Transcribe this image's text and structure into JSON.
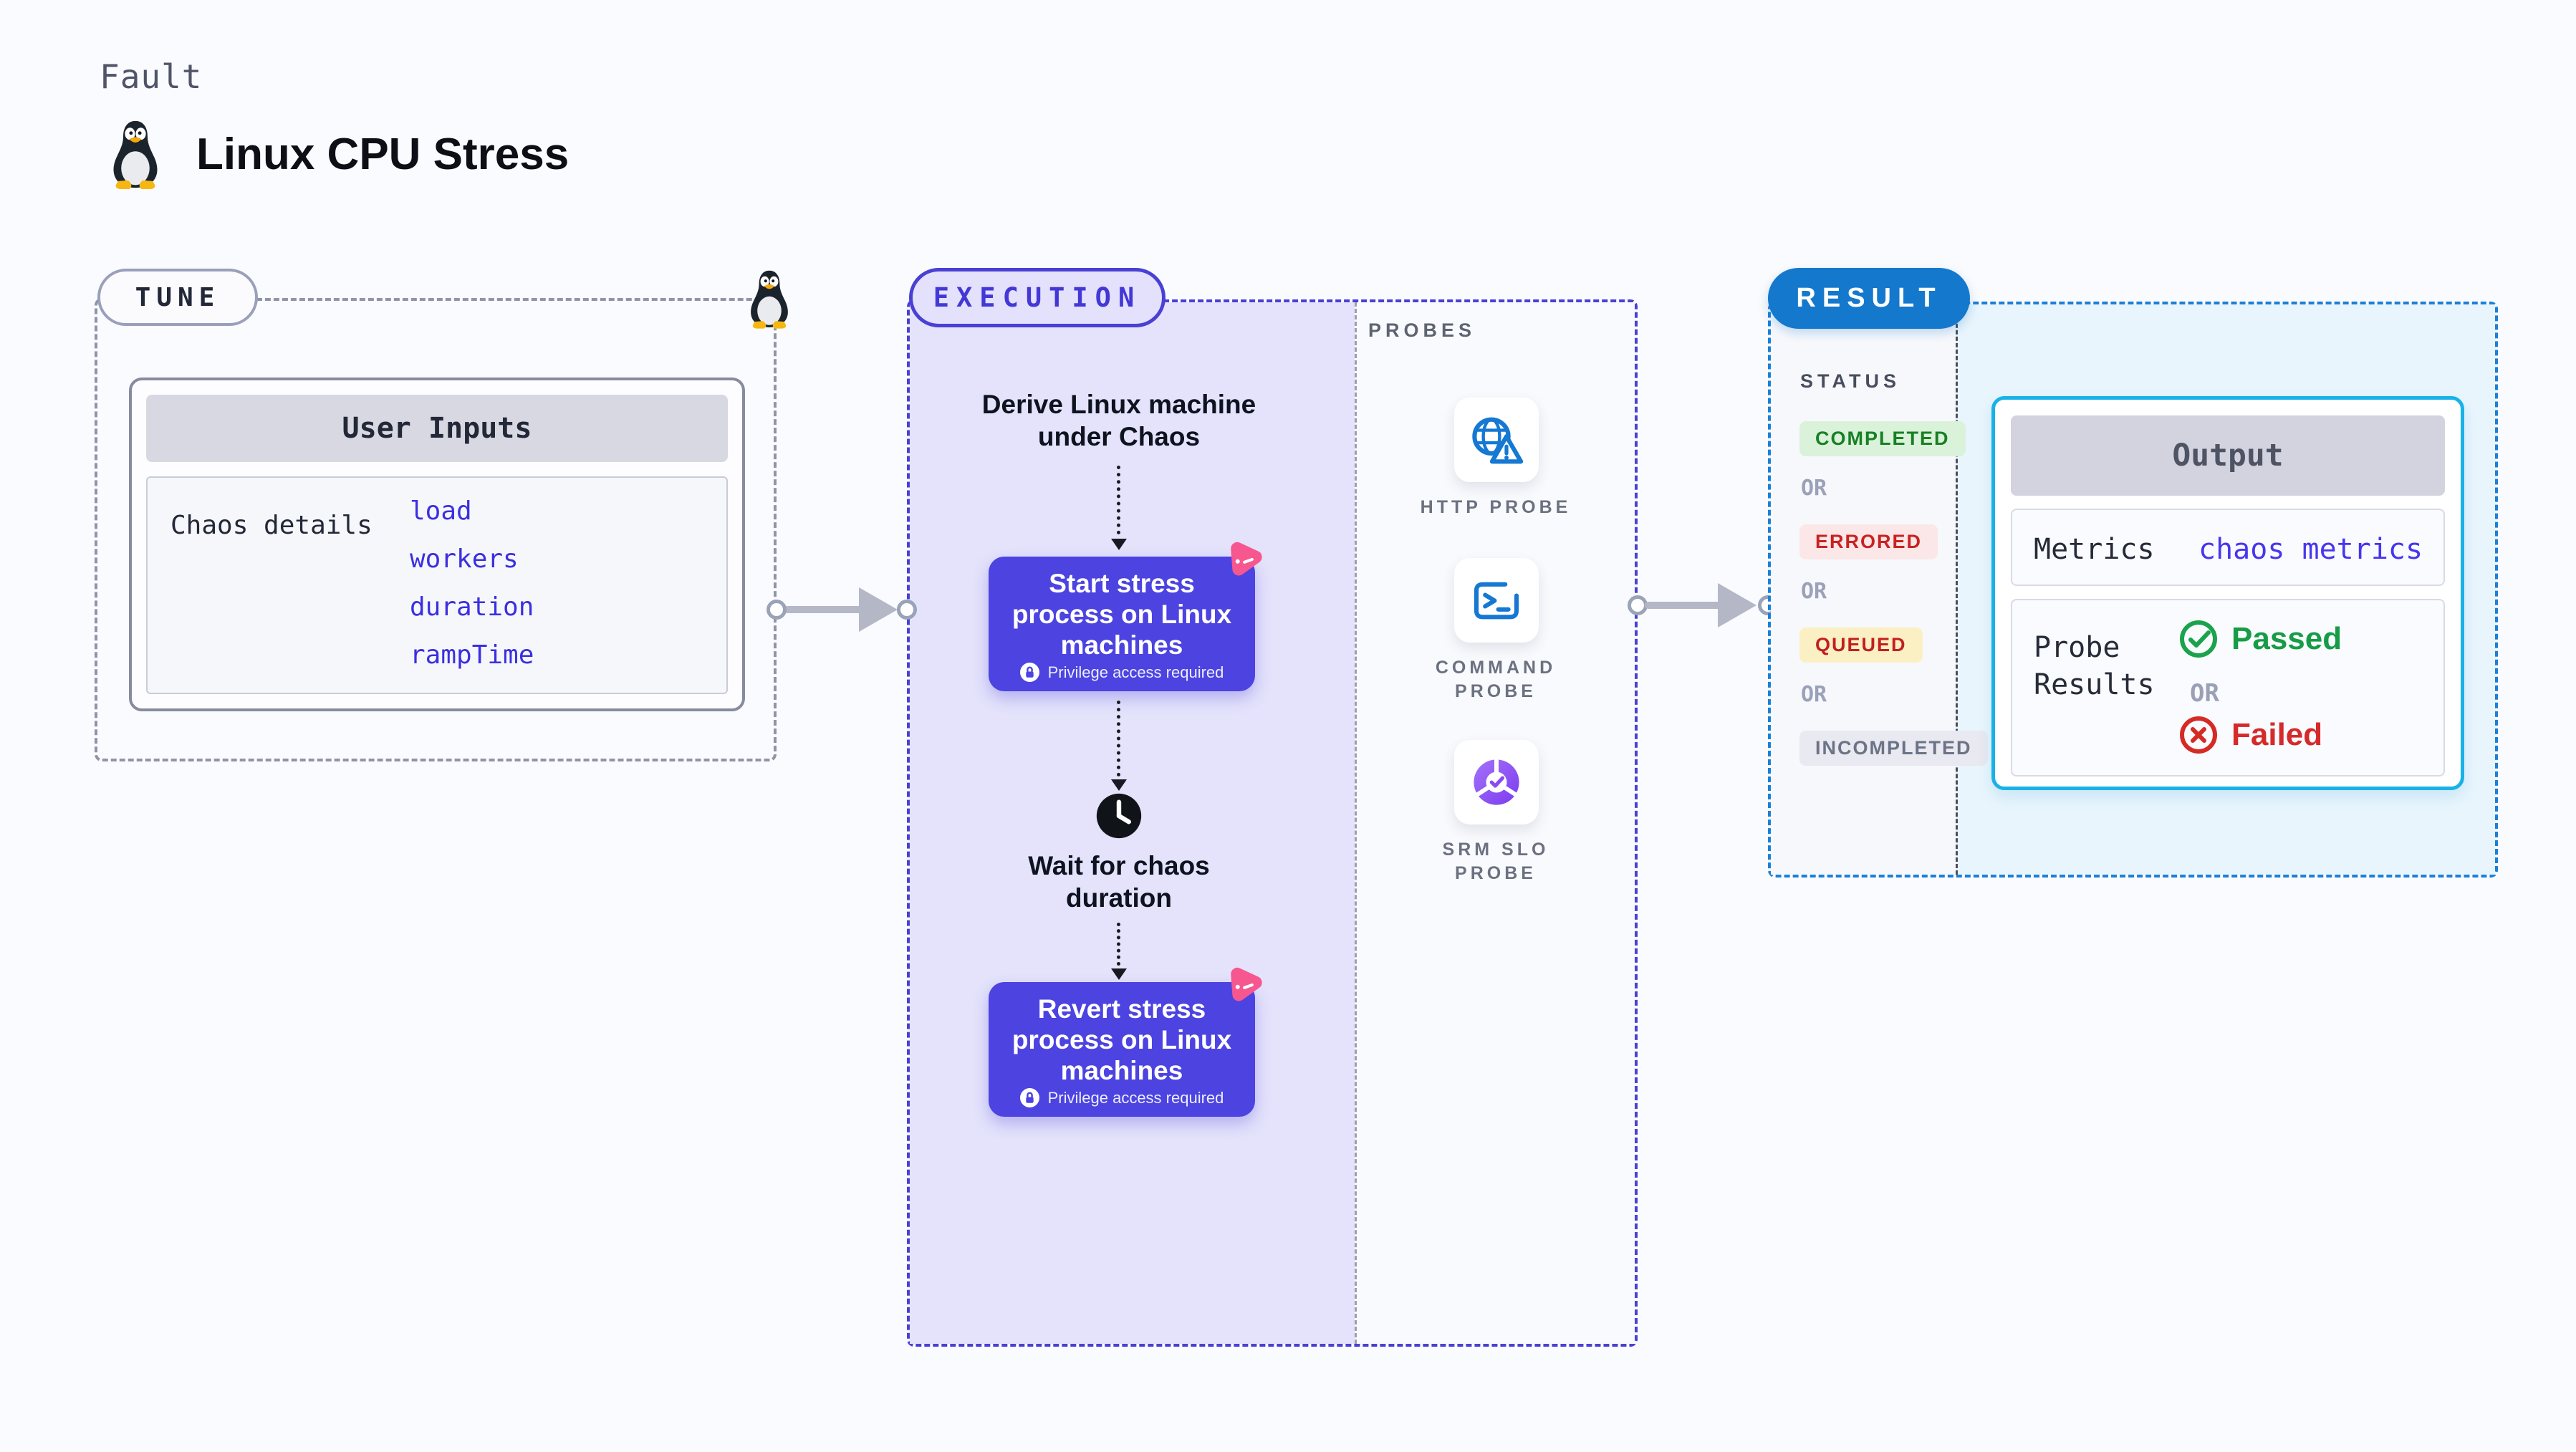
{
  "colors": {
    "page_bg": "#fafbfe",
    "accent_indigo": "#4c43e1",
    "execution_border": "#4a40d4",
    "execution_bg": "#e4e3fb",
    "result_blue": "#1478cd",
    "result_border": "#1b80d8",
    "output_border": "#19b2e8",
    "output_panel_bg": "#e8f5fd",
    "link_blue": "#3b2fe0",
    "passed_green": "#169c46",
    "failed_red": "#d52a2a",
    "chaos_pink": "#f7578f",
    "probe_icon_blue": "#1578d2",
    "slo_purple": "#7b3bf0",
    "completed_fg": "#178024",
    "completed_bg": "#daf2da",
    "errored_fg": "#c92222",
    "errored_bg": "#fbe7e7",
    "queued_fg": "#c22020",
    "queued_bg": "#fbf0c4",
    "incompleted_fg": "#6d7386",
    "incompleted_bg": "#e8e9f1"
  },
  "header": {
    "kicker": "Fault",
    "title": "Linux CPU Stress",
    "icon": "tux-penguin"
  },
  "tune": {
    "label": "TUNE",
    "user_inputs": {
      "header": "User Inputs",
      "row_label": "Chaos details",
      "values": [
        "load",
        "workers",
        "duration",
        "rampTime"
      ]
    }
  },
  "execution": {
    "label": "EXECUTION",
    "derive_step": "Derive Linux machine\nunder Chaos",
    "start_card": {
      "title": "Start stress\nprocess on Linux\nmachines",
      "note": "Privilege access required"
    },
    "wait_step": "Wait for chaos\nduration",
    "revert_card": {
      "title": "Revert stress\nprocess on Linux\nmachines",
      "note": "Privilege access required"
    }
  },
  "probes": {
    "label": "PROBES",
    "items": [
      {
        "label": "HTTP PROBE",
        "icon": "globe-alert-icon"
      },
      {
        "label": "COMMAND\nPROBE",
        "icon": "terminal-icon"
      },
      {
        "label": "SRM SLO\nPROBE",
        "icon": "slo-pie-icon"
      }
    ]
  },
  "result": {
    "label": "RESULT",
    "status": {
      "heading": "STATUS",
      "or": "OR",
      "badges": [
        {
          "label": "COMPLETED"
        },
        {
          "label": "ERRORED"
        },
        {
          "label": "QUEUED"
        },
        {
          "label": "INCOMPLETED"
        }
      ]
    },
    "output": {
      "header": "Output",
      "metrics_label": "Metrics",
      "metrics_value": "chaos metrics",
      "probe_results_label": "Probe\nResults",
      "passed": "Passed",
      "or": "OR",
      "failed": "Failed"
    }
  }
}
